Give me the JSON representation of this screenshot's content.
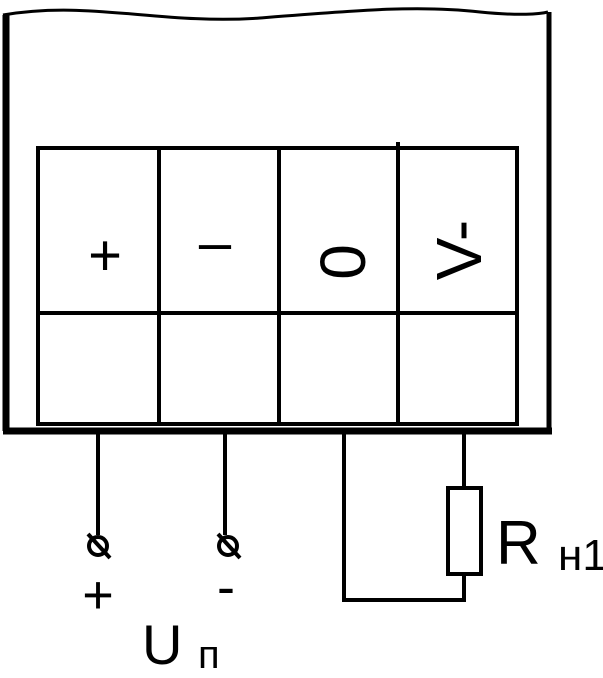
{
  "terminals": [
    {
      "label": "+"
    },
    {
      "label": "–"
    },
    {
      "label": "0"
    },
    {
      "label": "V-"
    }
  ],
  "supply": {
    "plus": "+",
    "minus": "-",
    "voltage_main": "U",
    "voltage_sub": "п"
  },
  "load": {
    "resistor_main": "R",
    "resistor_sub": "н1"
  },
  "colors": {
    "stroke": "#000000",
    "background": "#ffffff"
  }
}
